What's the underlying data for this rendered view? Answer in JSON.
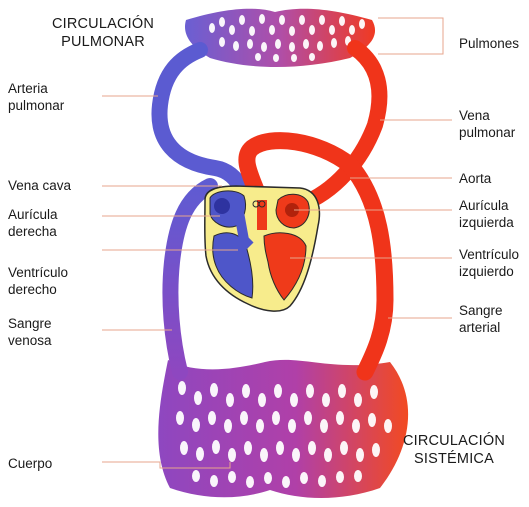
{
  "titles": {
    "pulmonary": "CIRCULACIÓN\nPULMONAR",
    "systemic": "CIRCULACIÓN\nSISTÉMICA"
  },
  "labels": {
    "arteria_pulmonar": "Arteria\npulmonar",
    "vena_cava": "Vena cava",
    "auricula_derecha": "Aurícula\nderecha",
    "ventriculo_derecho": "Ventrículo\nderecho",
    "sangre_venosa": "Sangre\nvenosa",
    "cuerpo": "Cuerpo",
    "pulmones": "Pulmones",
    "vena_pulmonar": "Vena\npulmonar",
    "aorta": "Aorta",
    "auricula_izquierda": "Aurícula\nizquierda",
    "ventriculo_izquierdo": "Ventrículo\nizquierdo",
    "sangre_arterial": "Sangre\narterial"
  },
  "colors": {
    "venous": "#5a5bd0",
    "arterial": "#f23a16",
    "mixed": "#a23fa6",
    "heart_yellow": "#f7ec8c",
    "leader_line": "#e7a58c"
  }
}
